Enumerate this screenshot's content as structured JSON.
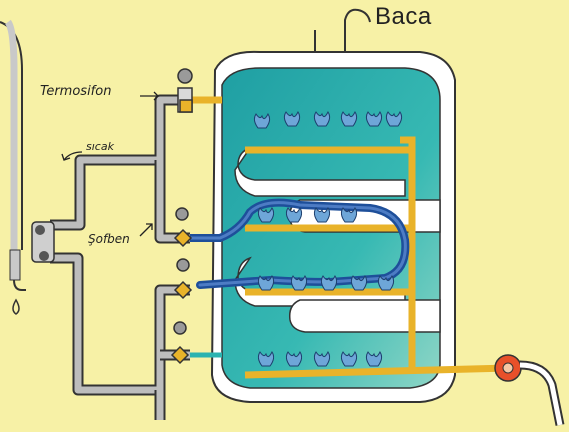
{
  "labels": {
    "baca": "Baca",
    "termosifon": "Termosifon",
    "sicak": "sıcak",
    "sofben": "Şofben"
  },
  "colors": {
    "background": "#f7f1a6",
    "tank_water": "#2bb3b0",
    "gas_pipe": "#e9b32a",
    "coil": "#1e4f9a",
    "pipe": "#b8b8b8",
    "flame": "#6ea6d8",
    "regulator": "#e8502a"
  }
}
